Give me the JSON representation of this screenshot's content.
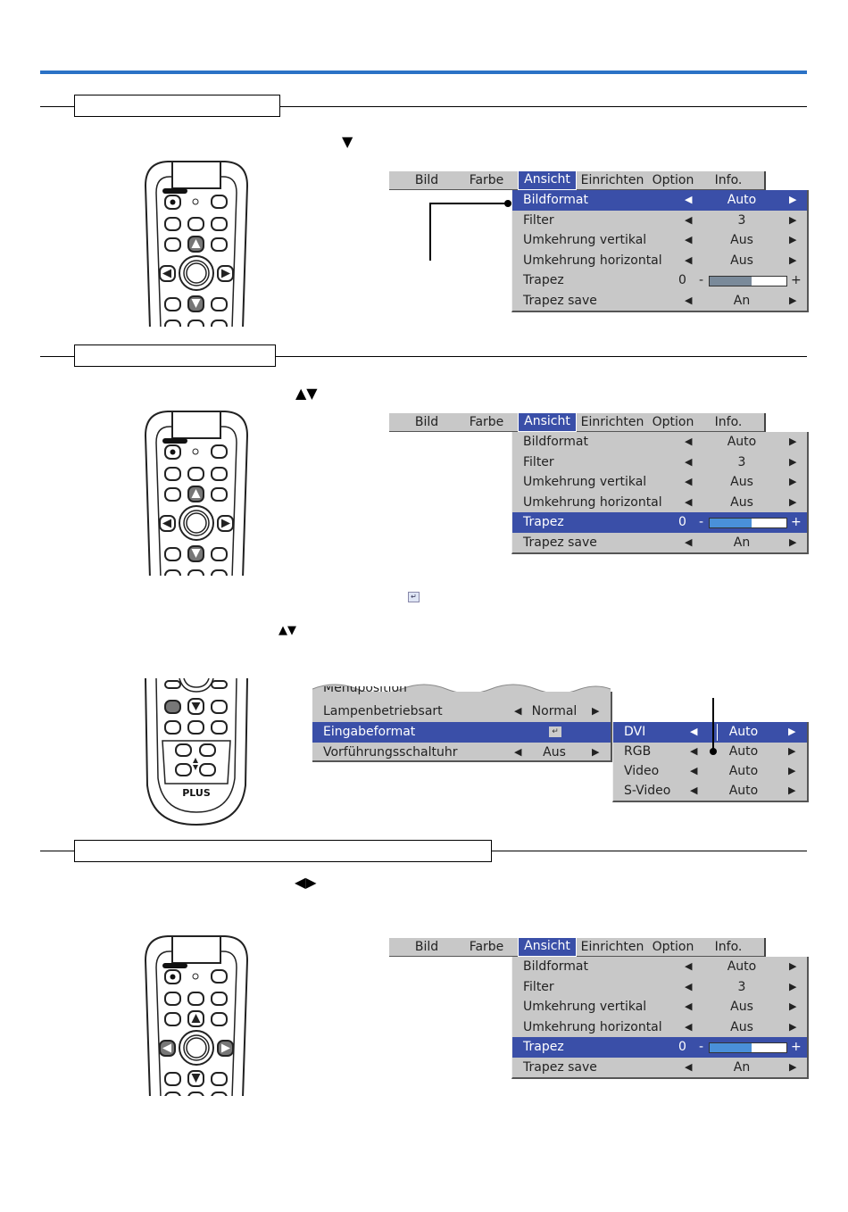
{
  "colors": {
    "accent_rule": "#2b72c6",
    "menu_bg": "#c8c8c8",
    "menu_selected": "#3a4fa8",
    "bar_fill_selected": "#4a90d9",
    "bar_fill_normal": "#7a8a9a"
  },
  "steps": {
    "step1_arrow": "▼",
    "step2_arrow": "▲▼",
    "step3_arrow": "▲▼",
    "step4_arrow": "◀▶",
    "enter_icon": "↵"
  },
  "menu": {
    "tabs": [
      "Bild",
      "Farbe",
      "Ansicht",
      "Einrichten",
      "Option",
      "Info."
    ],
    "selected_tab": "Ansicht",
    "rows": {
      "bildformat": {
        "label": "Bildformat",
        "value": "Auto"
      },
      "filter": {
        "label": "Filter",
        "value": "3"
      },
      "umk_v": {
        "label": "Umkehrung vertikal",
        "value": "Aus"
      },
      "umk_h": {
        "label": "Umkehrung horizontal",
        "value": "Aus"
      },
      "trapez": {
        "label": "Trapez",
        "value": "0",
        "minus": "-",
        "plus": "+",
        "level_pct_menu1": 55,
        "level_pct_menu2": 55,
        "level_pct_menu3": 55
      },
      "trapez_save": {
        "label": "Trapez save",
        "value": "An"
      }
    },
    "arrow_left": "◀",
    "arrow_right": "▶"
  },
  "option_menu": {
    "partial_row": "Menüposition",
    "lamp": {
      "label": "Lampenbetriebsart",
      "value": "Normal"
    },
    "eingabe": {
      "label": "Eingabeformat",
      "value": "↵"
    },
    "timer": {
      "label": "Vorführungsschaltuhr",
      "value": "Aus"
    }
  },
  "sub_menu": {
    "rows": [
      {
        "label": "DVI",
        "value": "Auto"
      },
      {
        "label": "RGB",
        "value": "Auto"
      },
      {
        "label": "Video",
        "value": "Auto"
      },
      {
        "label": "S-Video",
        "value": "Auto"
      }
    ]
  },
  "remote": {
    "brand": "PLUS"
  }
}
